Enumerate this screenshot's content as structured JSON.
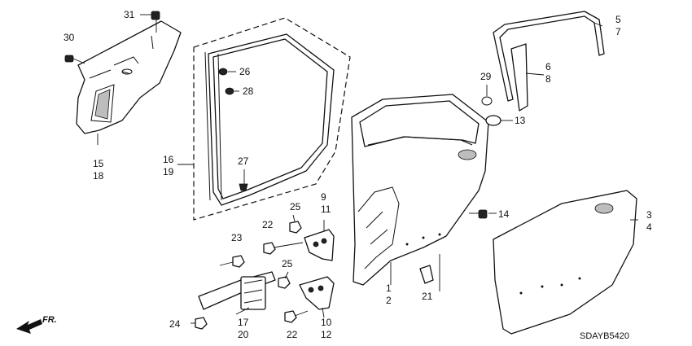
{
  "diagram": {
    "diagram_code": "SDAYB5420",
    "direction_label": "FR.",
    "callouts": {
      "c1": "1",
      "c2": "2",
      "c3": "3",
      "c4": "4",
      "c5": "5",
      "c6": "6",
      "c7": "7",
      "c8": "8",
      "c9": "9",
      "c10": "10",
      "c11": "11",
      "c12": "12",
      "c13": "13",
      "c14": "14",
      "c15": "15",
      "c16": "16",
      "c17": "17",
      "c18": "18",
      "c19": "19",
      "c20": "20",
      "c21": "21",
      "c22a": "22",
      "c22b": "22",
      "c23": "23",
      "c24": "24",
      "c25a": "25",
      "c25b": "25",
      "c26": "26",
      "c27": "27",
      "c28": "28",
      "c29": "29",
      "c30": "30",
      "c31": "31"
    }
  }
}
